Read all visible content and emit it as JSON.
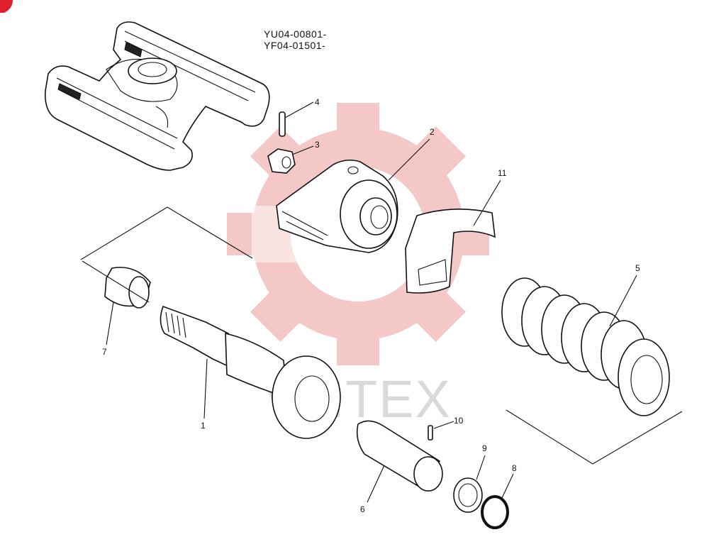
{
  "serials": [
    "YU04-00801-",
    "YF04-01501-"
  ],
  "watermark": {
    "text": "VMTEX",
    "gear_color": "#f4c3c3",
    "text_color": "#d9d9d9"
  },
  "callouts": [
    "1",
    "2",
    "3",
    "4",
    "5",
    "6",
    "7",
    "8",
    "9",
    "10",
    "11"
  ],
  "accent": "#e01e2e"
}
